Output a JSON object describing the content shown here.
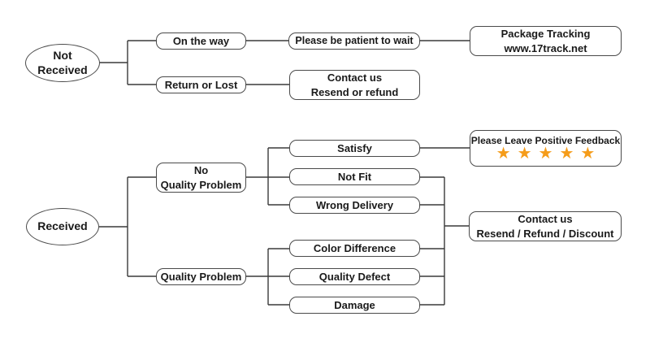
{
  "diagram": {
    "type": "flowchart",
    "background_color": "#ffffff",
    "line_color": "#3a3a3a",
    "box_border_color": "#4a4a4a",
    "text_color": "#1a1a1a",
    "star_color": "#f59c1a",
    "star_icon": "★",
    "star_count": 5,
    "nodes": {
      "not_received": "Not\nReceived",
      "on_the_way": "On the way",
      "be_patient": "Please be patient to wait",
      "package_tracking": "Package Tracking\nwww.17track.net",
      "return_or_lost": "Return or Lost",
      "contact_resend_refund": "Contact us\nResend or refund",
      "received": "Received",
      "no_quality_problem": "No\nQuality Problem",
      "satisfy": "Satisfy",
      "not_fit": "Not Fit",
      "wrong_delivery": "Wrong Delivery",
      "positive_feedback": "Please Leave Positive Feedback",
      "contact_resend_refund_discount": "Contact us\nResend / Refund / Discount",
      "quality_problem": "Quality Problem",
      "color_difference": "Color Difference",
      "quality_defect": "Quality Defect",
      "damage": "Damage"
    }
  }
}
